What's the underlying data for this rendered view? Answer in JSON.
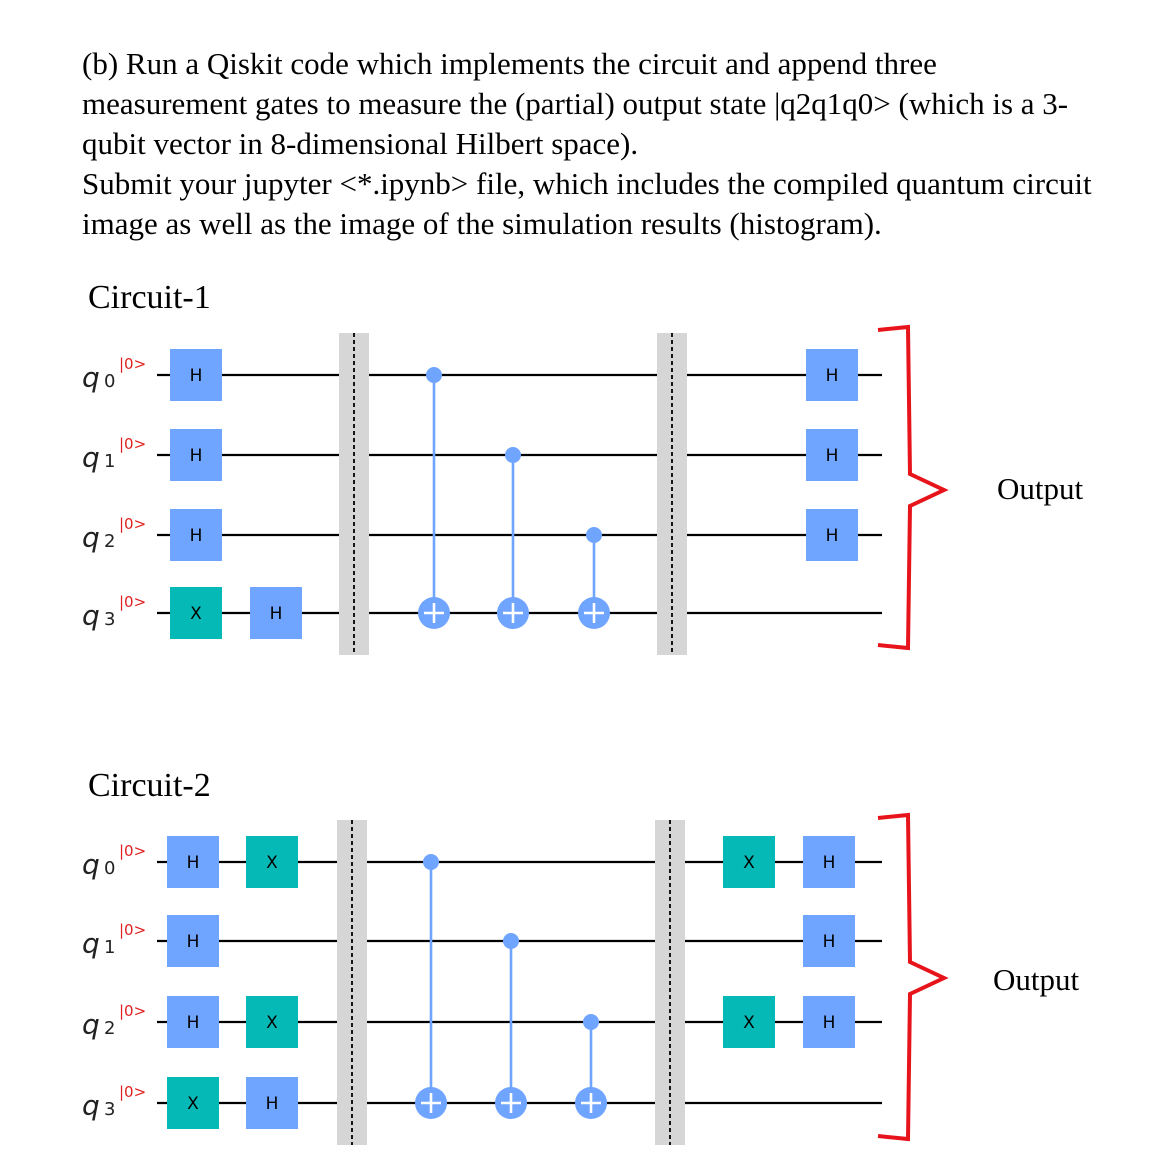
{
  "paragraph": {
    "lines": [
      "(b) Run a Qiskit code which implements the circuit and append three",
      "measurement gates to  measure the (partial) output state |q2q1q0> (which is a 3-",
      "qubit vector in 8-dimensional Hilbert space).",
      "Submit your jupyter <*.ipynb> file, which includes the compiled quantum circuit",
      "image as well as the image of the simulation results (histogram)."
    ]
  },
  "circuit1": {
    "title": "Circuit-1",
    "output_label": "Output",
    "qubits": [
      {
        "name": "q",
        "index": "0",
        "init": "|0>"
      },
      {
        "name": "q",
        "index": "1",
        "init": "|0>"
      },
      {
        "name": "q",
        "index": "2",
        "init": "|0>"
      },
      {
        "name": "q",
        "index": "3",
        "init": "|0>"
      }
    ],
    "gates": {
      "h": "H",
      "x": "X"
    }
  },
  "circuit2": {
    "title": "Circuit-2",
    "output_label": "Output",
    "qubits": [
      {
        "name": "q",
        "index": "0",
        "init": "|0>"
      },
      {
        "name": "q",
        "index": "1",
        "init": "|0>"
      },
      {
        "name": "q",
        "index": "2",
        "init": "|0>"
      },
      {
        "name": "q",
        "index": "3",
        "init": "|0>"
      }
    ],
    "gates": {
      "h": "H",
      "x": "X"
    }
  },
  "colors": {
    "h_gate": "#6fa4ff",
    "x_gate": "#05bab6",
    "control": "#6fa4ff",
    "barrier": "#d6d6d6",
    "bracket": "#e8141b",
    "ket": "#e02020"
  }
}
